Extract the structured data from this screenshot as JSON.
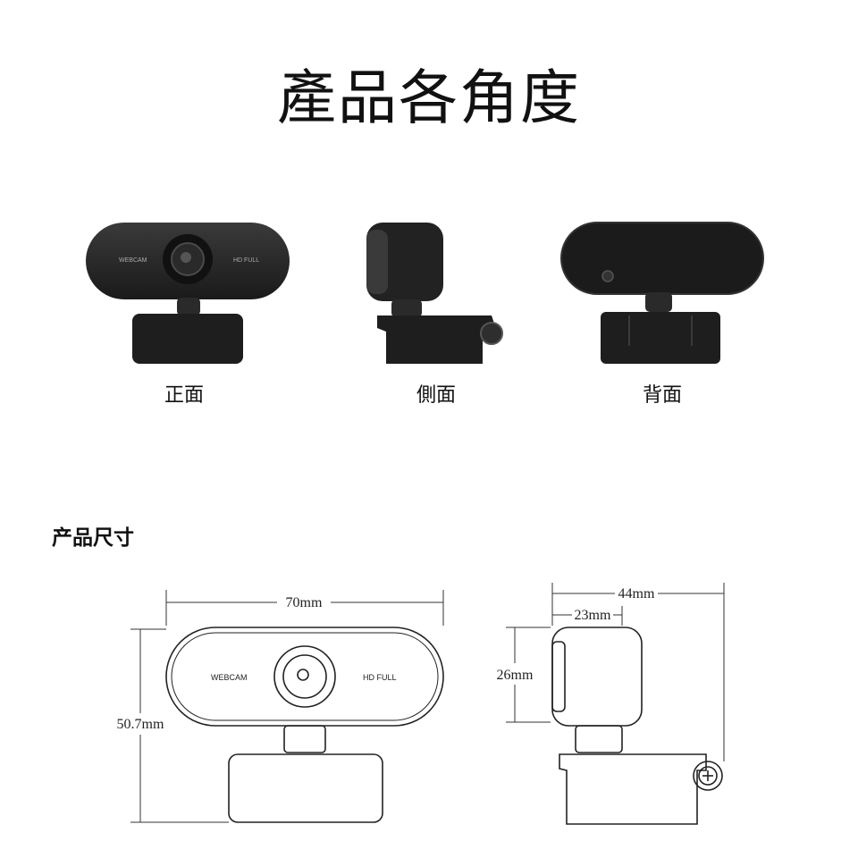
{
  "page_title": "產品各角度",
  "views": [
    {
      "label": "正面"
    },
    {
      "label": "側面"
    },
    {
      "label": "背面"
    }
  ],
  "camera_marks": {
    "brand": "WEBCAM",
    "spec": "HD FULL"
  },
  "section_title": "产品尺寸",
  "dimensions": {
    "width": "70mm",
    "height": "50.7mm",
    "depth_total": "44mm",
    "depth_body": "23mm",
    "side_height": "26mm"
  }
}
